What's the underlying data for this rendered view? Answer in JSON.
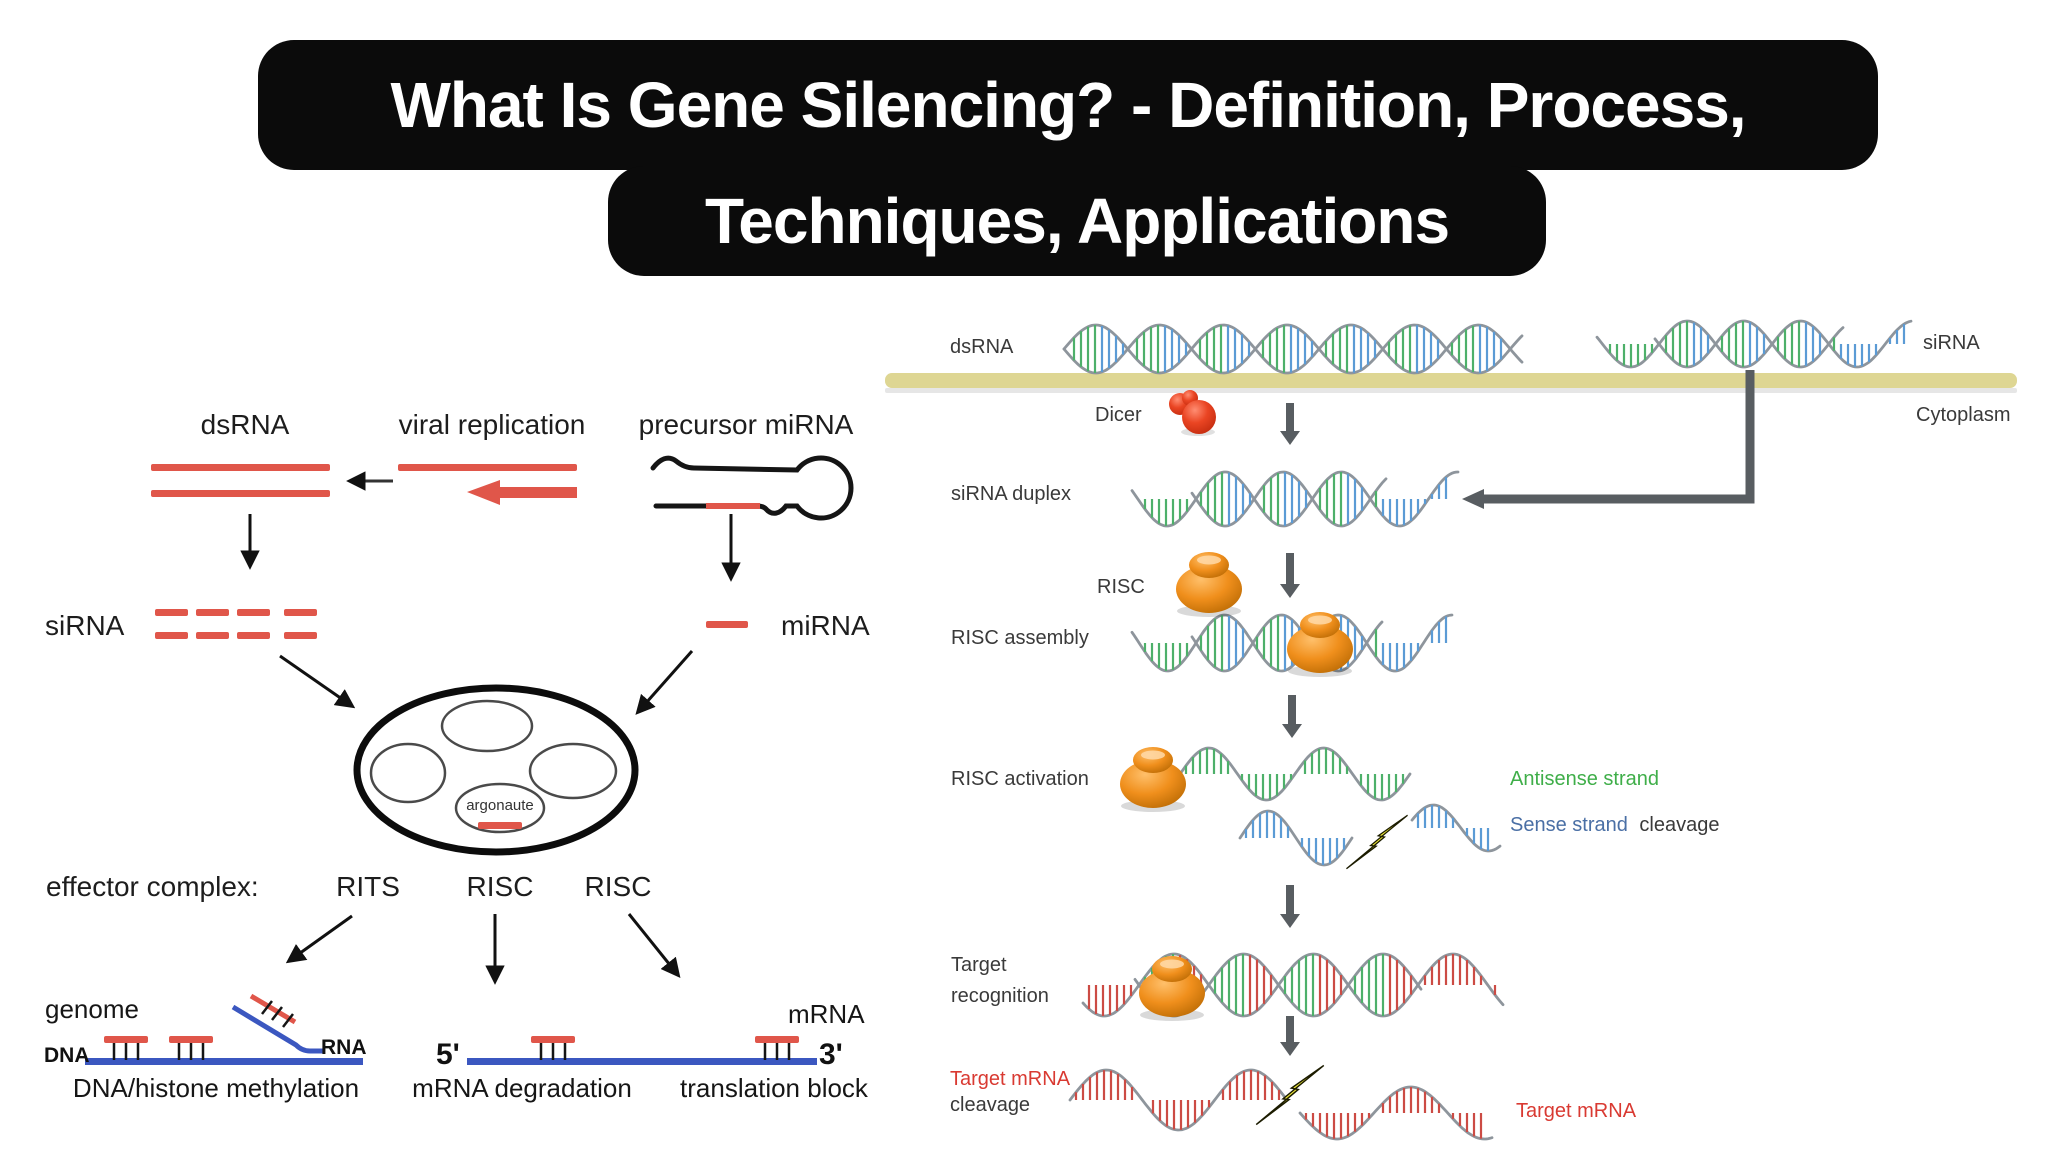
{
  "title": {
    "line1": "What Is Gene Silencing? - Definition, Process,",
    "line2": "Techniques, Applications"
  },
  "left": {
    "dsrna": "dsRNA",
    "viral_replication": "viral replication",
    "precursor_mirna": "precursor miRNA",
    "sirna": "siRNA",
    "mirna": "miRNA",
    "argonaute": "argonaute",
    "effector_complex": "effector complex:",
    "rits": "RITS",
    "risc_1": "RISC",
    "risc_2": "RISC",
    "genome": "genome",
    "mrna": "mRNA",
    "dna": "DNA",
    "rna": "RNA",
    "five_prime": "5'",
    "three_prime": "3'",
    "cap_methylation": "DNA/histone methylation",
    "cap_degradation": "mRNA degradation",
    "cap_translation": "translation block"
  },
  "right": {
    "dsrna": "dsRNA",
    "sirna": "siRNA",
    "dicer": "Dicer",
    "cytoplasm": "Cytoplasm",
    "sirna_duplex": "siRNA duplex",
    "risc": "RISC",
    "risc_assembly": "RISC assembly",
    "risc_activation": "RISC activation",
    "antisense_strand": "Antisense strand",
    "sense_strand": "Sense strand",
    "cleavage": "cleavage",
    "target_recognition": "Target\nrecognition",
    "target_mrna_cleavage_1": "Target mRNA",
    "target_mrna_cleavage_2": "cleavage",
    "target_mrna": "Target mRNA"
  },
  "colors": {
    "red": "#e0564a",
    "blue": "#3b57c0",
    "green": "#4db06a",
    "helix_blue": "#5b9bd5",
    "strand_gray": "#8e959c",
    "orange": "#ef8b13",
    "dicer_red": "#e8411f",
    "arrow_gray": "#585d61",
    "membrane": "#ded693",
    "lightning": "#f5ee3d",
    "antisense_green": "#3fae49",
    "sense_blue": "#4a6fa5",
    "target_red": "#d93a32",
    "ink": "#111111"
  }
}
